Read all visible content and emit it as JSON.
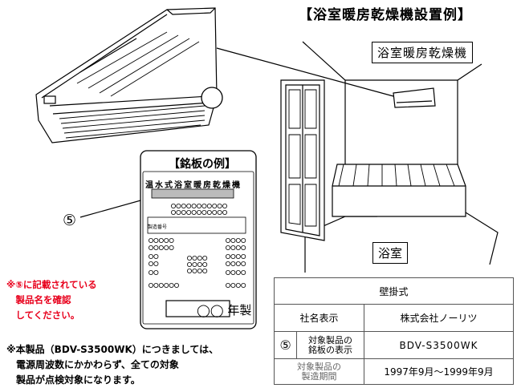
{
  "title": "【浴室暖房乾燥機設置例】",
  "nameplate": {
    "heading": "【銘板の例】",
    "product_type": "温水式浴室暖房乾燥機",
    "serial_label": "製造番号",
    "year_label": "◯◯ 年製"
  },
  "callout_number": "⑤",
  "labels": {
    "device": "浴室暖房乾燥機",
    "room": "浴室"
  },
  "note_red": "※⑤に記載されている\n　製品名を確認\n　してください。",
  "note_bottom": "※本製品（BDV-S3500WK）につきましては、\n　電源周波数にかかわらず、全ての対象\n　製品が点検対象になります。",
  "spec_table": {
    "header": "壁掛式",
    "row1_label": "社名表示",
    "row1_value": "株式会社ノーリツ",
    "row2_number": "⑤",
    "row2_label_line1": "対象製品の",
    "row2_label_line2": "銘板の表示",
    "row2_value": "BDV-S3500WK",
    "row3_label_line1": "対象製品の",
    "row3_label_line2": "製造期間",
    "row3_value": "1997年9月～1999年9月"
  }
}
